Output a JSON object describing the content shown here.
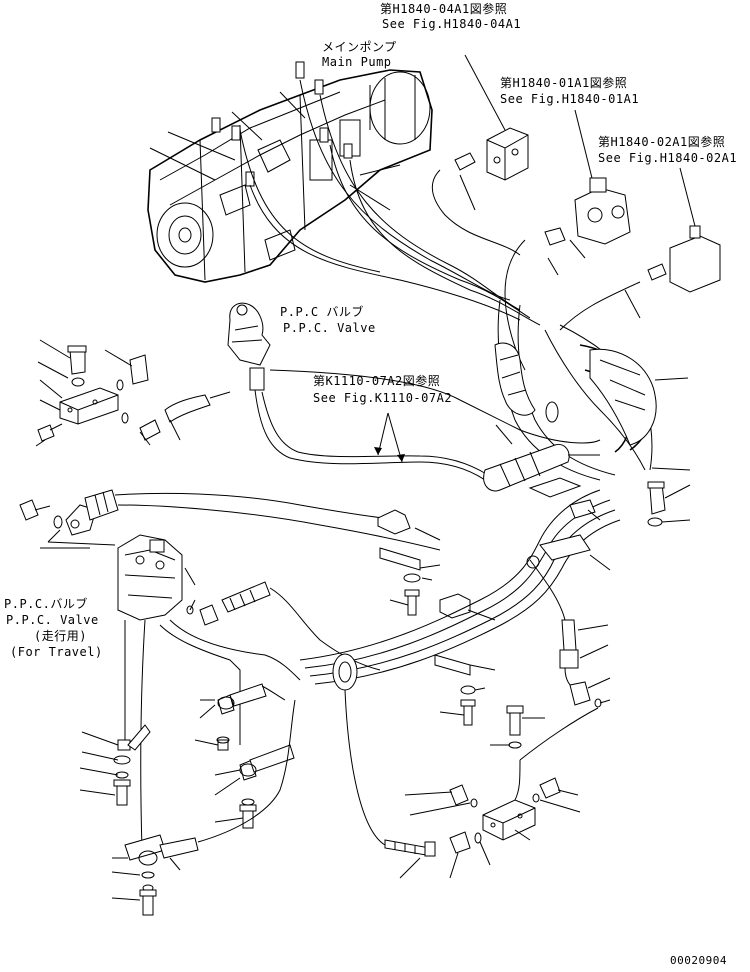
{
  "labels": {
    "ref_h1840_04a1_jp": "第H1840-04A1図参照",
    "ref_h1840_04a1_en": "See Fig.H1840-04A1",
    "main_pump_jp": "メインポンプ",
    "main_pump_en": "Main Pump",
    "ref_h1840_01a1_jp": "第H1840-01A1図参照",
    "ref_h1840_01a1_en": "See Fig.H1840-01A1",
    "ref_h1840_02a1_jp": "第H1840-02A1図参照",
    "ref_h1840_02a1_en": "See Fig.H1840-02A1",
    "ppc_valve_jp": "P.P.C バルブ",
    "ppc_valve_en": "P.P.C. Valve",
    "ref_k1110_07a2_jp": "第K1110-07A2図参照",
    "ref_k1110_07a2_en": "See Fig.K1110-07A2",
    "ppc_travel_jp": "P.P.C.バルブ",
    "ppc_travel_en": "P.P.C. Valve",
    "travel_jp": "(走行用)",
    "travel_en": "(For Travel)",
    "drawing_number": "00020904"
  }
}
